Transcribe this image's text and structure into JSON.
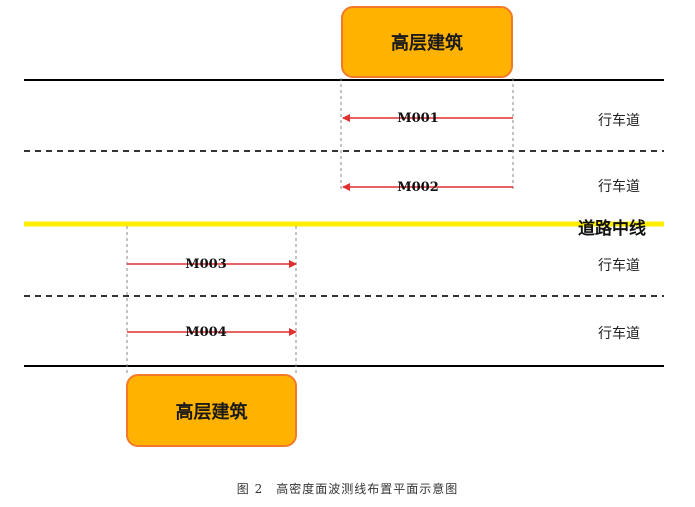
{
  "buildings": [
    {
      "label": "高层建筑"
    },
    {
      "label": "高层建筑"
    }
  ],
  "lanes": [
    {
      "label": "行车道"
    },
    {
      "label": "行车道"
    },
    {
      "label": "行车道"
    },
    {
      "label": "行车道"
    }
  ],
  "center_line": {
    "label": "道路中线",
    "color": "#ffee00"
  },
  "survey_lines": [
    {
      "id": "M001",
      "direction": "left"
    },
    {
      "id": "M002",
      "direction": "left"
    },
    {
      "id": "M003",
      "direction": "right"
    },
    {
      "id": "M004",
      "direction": "right"
    }
  ],
  "caption": "图 2　高密度面波测线布置平面示意图",
  "colors": {
    "building_fill": "#ffb300",
    "building_border": "#f07a2a",
    "survey_line": "#e03030",
    "road_edge": "#000000",
    "lane_divider": "#333333"
  }
}
